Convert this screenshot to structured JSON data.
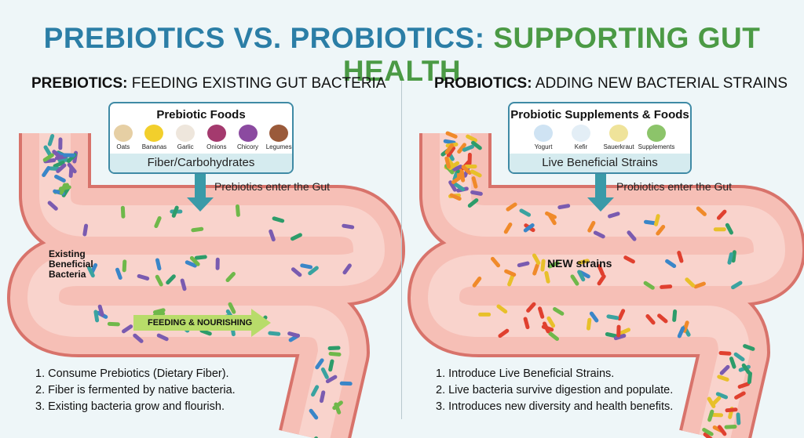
{
  "title": {
    "part1": "PREBIOTICS VS. PROBIOTICS:",
    "part2": "SUPPORTING GUT HEALTH"
  },
  "prebiotics": {
    "heading_bold": "PREBIOTICS:",
    "heading_rest": "FEEDING EXISTING GUT BACTERIA",
    "box_title": "Prebiotic Foods",
    "foods": [
      {
        "label": "Oats",
        "color": "#e6cfa4"
      },
      {
        "label": "Bananas",
        "color": "#f2cf2c"
      },
      {
        "label": "Garlic",
        "color": "#eee6dc"
      },
      {
        "label": "Onions",
        "color": "#a43a6e"
      },
      {
        "label": "Chicory",
        "color": "#8b4aa0"
      },
      {
        "label": "Legumes",
        "color": "#9a5a3a"
      }
    ],
    "box_footer": "Fiber/Carbohydrates",
    "enter_text": "Prebiotics enter the Gut",
    "existing_label": "Existing Beneficial Bacteria",
    "feeding_label": "FEEDING & NOURISHING",
    "steps": [
      "1. Consume Prebiotics (Dietary Fiber).",
      "2. Fiber is fermented by native bacteria.",
      "3. Existing bacteria grow and flourish."
    ]
  },
  "probiotics": {
    "heading_bold": "PROBIOTICS:",
    "heading_rest": "ADDING NEW BACTERIAL STRAINS",
    "box_title": "Probiotic Supplements & Foods",
    "foods": [
      {
        "label": "Yogurt",
        "color": "#cfe3f3"
      },
      {
        "label": "Kefir",
        "color": "#e3eef6"
      },
      {
        "label": "Sauerkraut",
        "color": "#efe39a"
      },
      {
        "label": "Supplements",
        "color": "#8cc46a"
      }
    ],
    "box_footer": "Live Beneficial Strains",
    "enter_text": "Probiotics enter the Gut",
    "new_label": "NEW strains",
    "steps": [
      "1. Introduce Live Beneficial Strains.",
      "2. Live bacteria survive digestion and populate.",
      "3. Introduces new diversity and health benefits."
    ]
  },
  "colors": {
    "gut_fill": "#f6bfb6",
    "gut_edge": "#d8736b",
    "bact_existing": [
      "#3aa3a0",
      "#6fb84a",
      "#7a5bb0",
      "#3a86c8",
      "#2d9c6a"
    ],
    "bact_new": [
      "#e0402f",
      "#f08a2a",
      "#e8c02a"
    ]
  }
}
